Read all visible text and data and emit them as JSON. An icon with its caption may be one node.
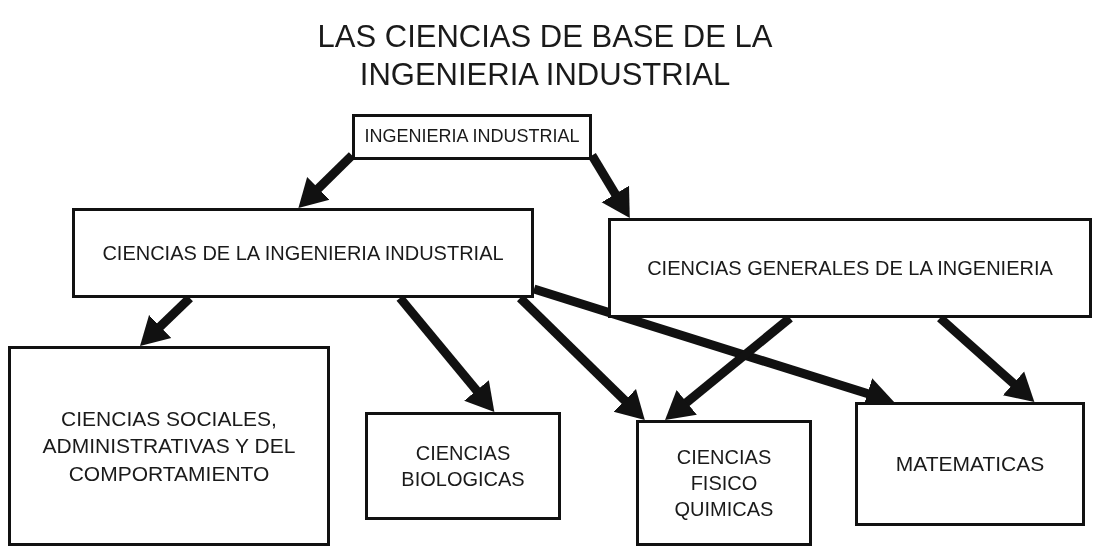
{
  "diagram": {
    "title": "LAS CIENCIAS DE BASE DE LA INGENIERIA INDUSTRIAL",
    "nodes": [
      {
        "text": [
          "INGENIERIA INDUSTRIAL"
        ]
      },
      {
        "text": [
          "CIENCIAS DE LA INGENIERIA INDUSTRIAL"
        ]
      },
      {
        "text": [
          "CIENCIAS GENERALES DE LA INGENIERIA"
        ]
      },
      {
        "text": [
          "CIENCIAS SOCIALES, ADMINISTRATIVAS Y DEL COMPORTAMIENTO"
        ]
      },
      {
        "text": [
          "CIENCIAS BIOLOGICAS"
        ]
      },
      {
        "text": [
          "CIENCIAS FISICO QUIMICAS"
        ]
      },
      {
        "text": [
          "MATEMATICAS"
        ]
      }
    ],
    "edges": [
      {
        "from": 0,
        "to": 1,
        "arrow": "to"
      },
      {
        "from": 0,
        "to": 2,
        "arrow": "to"
      },
      {
        "from": 1,
        "to": 3,
        "arrow": "to"
      },
      {
        "from": 1,
        "to": 4,
        "arrow": "to"
      },
      {
        "from": 1,
        "to": 5,
        "arrow": "to"
      },
      {
        "from": 1,
        "to": 6,
        "arrow": "to"
      },
      {
        "from": 2,
        "to": 5,
        "arrow": "to"
      },
      {
        "from": 2,
        "to": 6,
        "arrow": "to"
      }
    ]
  }
}
